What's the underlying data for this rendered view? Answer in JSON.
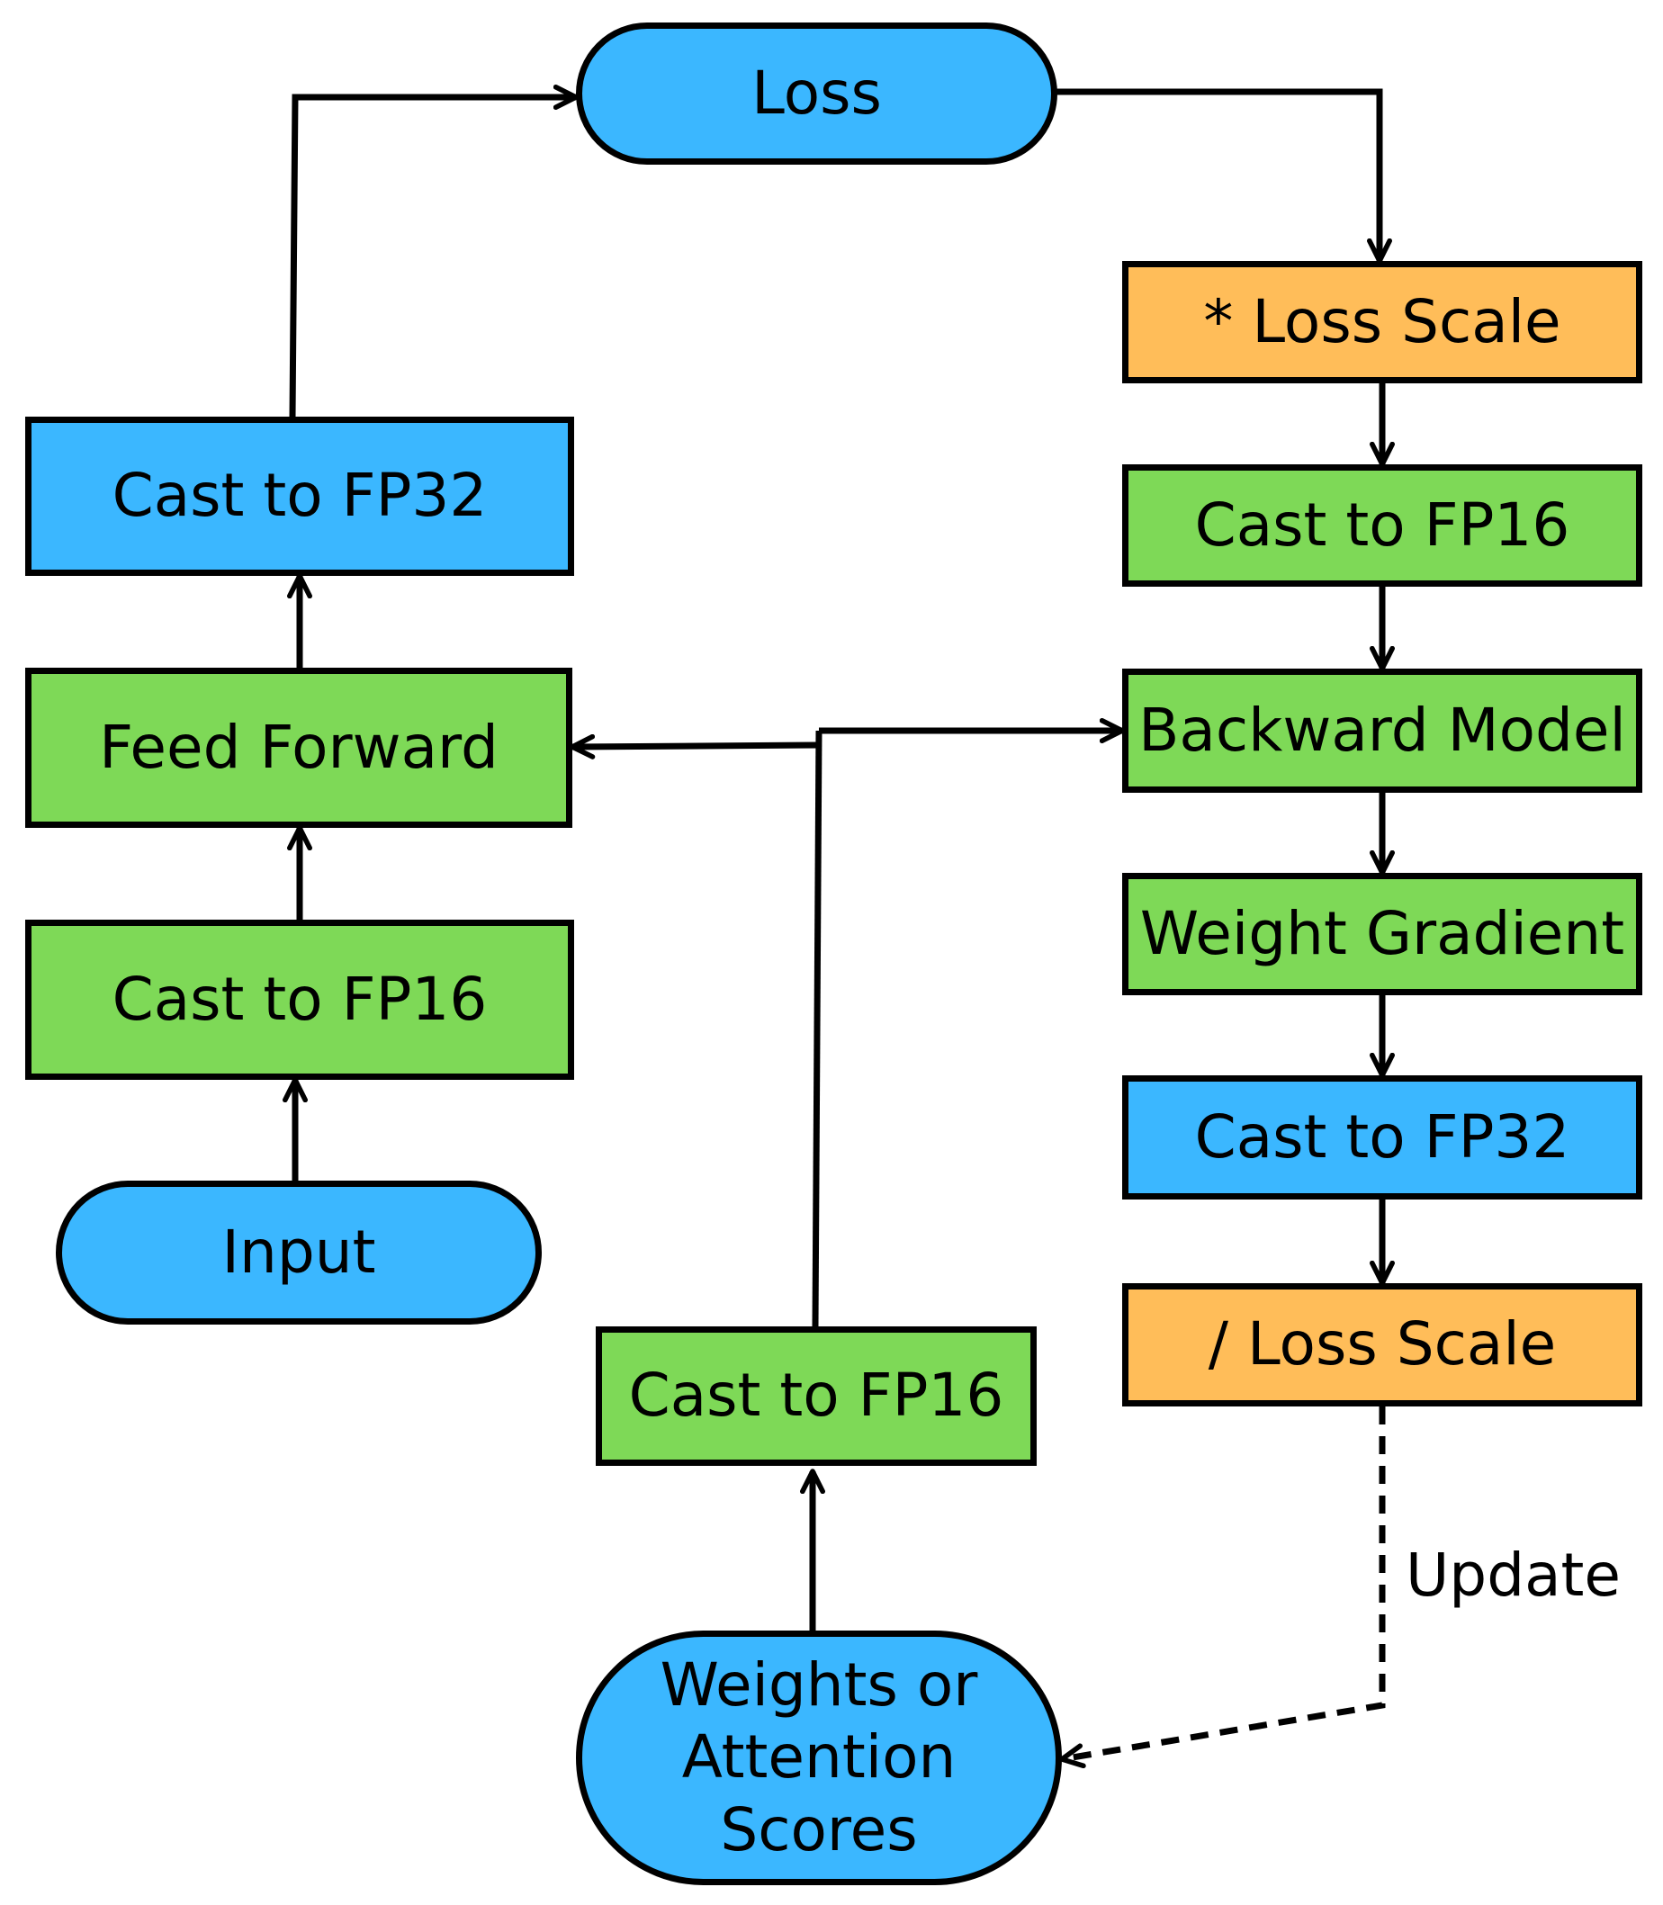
{
  "colors": {
    "blue": "#3BB7FF",
    "green": "#7ED957",
    "orange": "#FFBD59",
    "stroke": "#000000"
  },
  "nodes": {
    "loss": {
      "label": "Loss",
      "color": "blue",
      "shape": "pill"
    },
    "loss_scale_multiply": {
      "label": "* Loss Scale",
      "color": "orange",
      "shape": "rect"
    },
    "cast_fp16_right": {
      "label": "Cast to FP16",
      "color": "green",
      "shape": "rect"
    },
    "backward_model": {
      "label": "Backward Model",
      "color": "green",
      "shape": "rect"
    },
    "weight_gradient": {
      "label": "Weight Gradient",
      "color": "green",
      "shape": "rect"
    },
    "cast_fp32_right": {
      "label": "Cast to FP32",
      "color": "blue",
      "shape": "rect"
    },
    "loss_scale_divide": {
      "label": "/ Loss Scale",
      "color": "orange",
      "shape": "rect"
    },
    "cast_fp32_left": {
      "label": "Cast to FP32",
      "color": "blue",
      "shape": "rect"
    },
    "feed_forward": {
      "label": "Feed Forward",
      "color": "green",
      "shape": "rect"
    },
    "cast_fp16_left": {
      "label": "Cast to FP16",
      "color": "green",
      "shape": "rect"
    },
    "input": {
      "label": "Input",
      "color": "blue",
      "shape": "pill"
    },
    "cast_fp16_middle": {
      "label": "Cast to FP16",
      "color": "green",
      "shape": "rect"
    },
    "weights": {
      "lines": [
        "Weights or",
        "Attention",
        "Scores"
      ],
      "color": "blue",
      "shape": "rounded"
    }
  },
  "edges": [
    {
      "from": "input",
      "to": "cast_fp16_left",
      "style": "solid"
    },
    {
      "from": "cast_fp16_left",
      "to": "feed_forward",
      "style": "solid"
    },
    {
      "from": "feed_forward",
      "to": "cast_fp32_left",
      "style": "solid"
    },
    {
      "from": "cast_fp32_left",
      "to": "loss",
      "style": "solid"
    },
    {
      "from": "loss",
      "to": "loss_scale_multiply",
      "style": "solid"
    },
    {
      "from": "loss_scale_multiply",
      "to": "cast_fp16_right",
      "style": "solid"
    },
    {
      "from": "cast_fp16_right",
      "to": "backward_model",
      "style": "solid"
    },
    {
      "from": "backward_model",
      "to": "weight_gradient",
      "style": "solid"
    },
    {
      "from": "weight_gradient",
      "to": "cast_fp32_right",
      "style": "solid"
    },
    {
      "from": "cast_fp32_right",
      "to": "loss_scale_divide",
      "style": "solid"
    },
    {
      "from": "weights",
      "to": "cast_fp16_middle",
      "style": "solid"
    },
    {
      "from": "cast_fp16_middle",
      "to": "feed_forward",
      "style": "solid"
    },
    {
      "from": "cast_fp16_middle",
      "to": "backward_model",
      "style": "solid"
    },
    {
      "from": "loss_scale_divide",
      "to": "weights",
      "style": "dashed",
      "label": "Update"
    }
  ]
}
